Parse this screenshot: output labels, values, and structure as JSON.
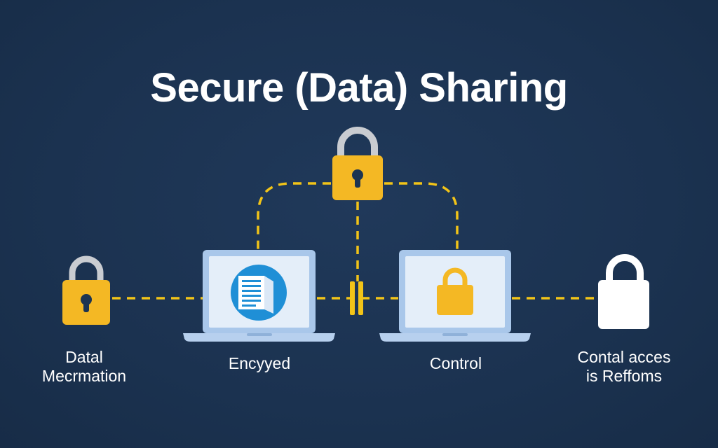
{
  "title": "Secure (Data) Sharing",
  "colors": {
    "background": "#1c3452",
    "lock_gold": "#f4b824",
    "lock_white": "#ffffff",
    "shackle_gray": "#c9ccd1",
    "laptop_frame": "#a9c7ea",
    "laptop_screen": "#e4eef9",
    "doc_circle": "#1f8fd6",
    "connector": "#f2c418"
  },
  "nodes": {
    "left": {
      "icon": "padlock-icon",
      "label_lines": [
        "Datal",
        "Mecrmation"
      ]
    },
    "top": {
      "icon": "padlock-icon"
    },
    "encrypted": {
      "icon": "laptop-document-icon",
      "label": "Encyyed"
    },
    "control": {
      "icon": "laptop-padlock-icon",
      "label": "Control"
    },
    "right": {
      "icon": "padlock-icon",
      "label_lines": [
        "Contal acces",
        "is Reffoms"
      ]
    }
  }
}
